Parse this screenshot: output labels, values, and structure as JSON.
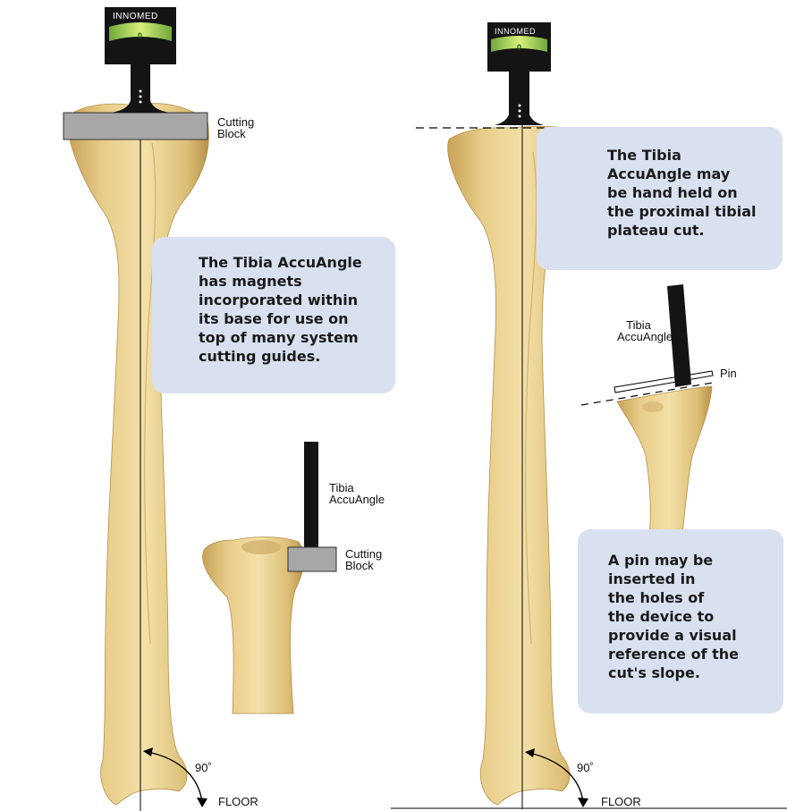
{
  "device": {
    "brand": "INNOMED",
    "reading": "0"
  },
  "left_panel": {
    "callout_lines": [
      "The Tibia AccuAngle",
      "has magnets",
      "incorporated within",
      "its base for use on",
      "top of many system",
      "cutting guides."
    ],
    "label_cutting_block_top": [
      "Cutting",
      "Block"
    ],
    "label_tibia_accuangle": [
      "Tibia",
      "AccuAngle"
    ],
    "label_cutting_block_inset": [
      "Cutting",
      "Block"
    ],
    "angle_label": "90˚",
    "floor_label": "FLOOR"
  },
  "right_panel": {
    "callout_top_lines": [
      "The Tibia",
      "AccuAngle may",
      "be hand held on",
      "the proximal tibial",
      "plateau cut."
    ],
    "label_tibia_accuangle": [
      "Tibia",
      "AccuAngle"
    ],
    "label_pin": "Pin",
    "callout_bottom_lines": [
      "A pin may be",
      "inserted in",
      "the holes of",
      "the device to",
      "provide a visual",
      "reference of the",
      "cut's slope."
    ],
    "angle_label": "90˚",
    "floor_label": "FLOOR"
  },
  "colors": {
    "bone": "#e9cf8c",
    "bone_shadow": "#c9a55a",
    "callout_bg": "#d9e1f1",
    "block_gray": "#a7a7a7",
    "device_black": "#141414",
    "gauge_green": "#9ed24a"
  }
}
